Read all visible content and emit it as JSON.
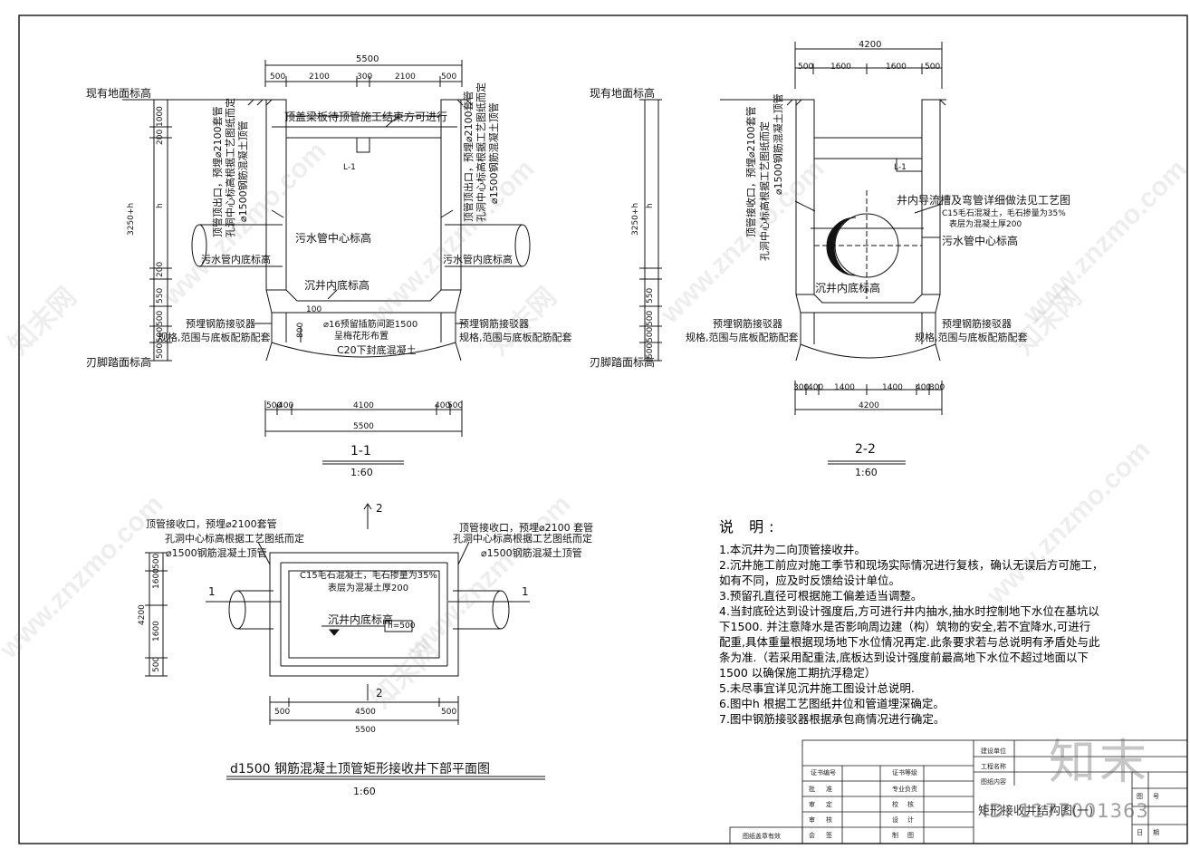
{
  "section1": {
    "dims_top": [
      "5500",
      "500",
      "2100",
      "300",
      "2100",
      "500"
    ],
    "label_ground": "现有地面标高",
    "label_blade": "刃脚踏面标高",
    "vert_dims": [
      "1000",
      "200",
      "h",
      "200",
      "550",
      "500",
      "500",
      "500"
    ],
    "vert_total": "3250+h",
    "note_roof": "顶盖梁板待顶管施工结束方可进行",
    "beam_tag": "L-1",
    "left_vertical_note": [
      "顶管顶出口，预埋⌀2100套管",
      "孔洞中心标高根据工艺图纸而定",
      "⌀1500钢筋混凝土顶管"
    ],
    "right_vertical_note": [
      "顶管顶出口，预埋⌀2100套管",
      "孔洞中心标高根据工艺图纸而定",
      "⌀1500钢筋混凝土顶管"
    ],
    "label_sewer_center": "污水管中心标高",
    "label_pipe_bottom_left": "污水管内底标高",
    "label_pipe_bottom_right": "污水管内底标高",
    "label_well_bottom": "沉井内底标高",
    "label_100": "100",
    "label_bar": "⌀16预留插筋间距1500",
    "label_bar2": "呈梅花形布置",
    "label_800": "800",
    "label_c20": "C20下封底混凝土",
    "coupler_left": [
      "预埋钢筋接驳器",
      "规格,范围与底板配筋配套"
    ],
    "coupler_right": [
      "预埋钢筋接驳器",
      "规格,范围与底板配筋配套"
    ],
    "dims_bottom": [
      "500",
      "400",
      "4100",
      "400",
      "500",
      "5500"
    ],
    "title": "1-1",
    "scale": "1:60"
  },
  "section2": {
    "dims_top": [
      "4200",
      "500",
      "1600",
      "1600",
      "500"
    ],
    "label_ground": "现有地面标高",
    "label_blade": "刃脚踏面标高",
    "vert_dims": [
      "h",
      "550",
      "500",
      "500",
      "500"
    ],
    "vert_total": "3250+h",
    "left_vertical_note": [
      "顶管接收口，预埋⌀2100套管",
      "孔洞中心标高根据工艺图纸而定",
      "⌀1500钢筋混凝土顶管"
    ],
    "beam_tag": "L-1",
    "label_flow": "井内导流槽及弯管详细做法见工艺图",
    "label_c15": "C15毛石混凝土，毛石掺量为35%",
    "label_c15b": "表层为混凝土厚200",
    "label_sewer_center": "污水管中心标高",
    "label_well_bottom": "沉井内底标高",
    "coupler_left": [
      "预埋钢筋接驳器",
      "规格,范围与底板配筋配套"
    ],
    "coupler_right": [
      "预埋钢筋接驳器",
      "规格,范围与底板配筋配套"
    ],
    "dims_bottom": [
      "300",
      "400",
      "1400",
      "1400",
      "400",
      "300",
      "4200"
    ],
    "title": "2-2",
    "scale": "1:60"
  },
  "plan": {
    "cut_top": "2",
    "cut_bottom": "2",
    "cut_left": "1",
    "cut_right": "1",
    "left_note": [
      "顶管接收口，预埋⌀2100套管",
      "孔洞中心标高根据工艺图纸而定",
      "⌀1500钢筋混凝土顶管"
    ],
    "right_note": [
      "顶管接收口，预埋⌀2100 套管",
      "孔洞中心标高根据工艺图纸而定",
      "⌀1500钢筋混凝土顶管"
    ],
    "c15": "C15毛石混凝土，毛石掺量为35%",
    "c15b": "表层为混凝土厚200",
    "well_bottom": "沉井内底标高",
    "h_tag": "h=500",
    "vert_dims": [
      "500",
      "1600",
      "1600",
      "500"
    ],
    "vert_total": "4200",
    "dims_bottom": [
      "500",
      "4500",
      "500",
      "5500"
    ],
    "title": "d1500 钢筋混凝土顶管矩形接收井下部平面图",
    "scale": "1:60"
  },
  "notes": {
    "title": "说 明:",
    "items": [
      "1.本沉井为二向顶管接收井。",
      "2.沉井施工前应对施工季节和现场实际情况进行复核，确认无误后方可施工，",
      "   如有不同，应及时反馈给设计单位。",
      "3.预留孔直径可根据施工偏差适当调整。",
      "4.当封底砼达到设计强度后,方可进行井内抽水,抽水时控制地下水位在基坑以",
      "   下1500.      并注意降水是否影响周边建（构）筑物的安全,若不宜降水,可进行",
      "   配重,具体重量根据现场地下水位情况再定.此条要求若与总说明有矛盾处与此",
      "   条为准.（若采用配重法,底板达到设计强度前最高地下水位不超过地面以下",
      "   1500    以确保施工期抗浮稳定）",
      "5.未尽事宜详见沉井施工图设计总说明.",
      "6.图中h   根据工艺图纸井位和管道埋深确定。",
      "7.图中钢筋接驳器根据承包商情况进行确定。"
    ]
  },
  "title_block": {
    "cert_no": "证书编号",
    "cert_grade": "证书等级",
    "unit": "建设单位",
    "project": "工程名称",
    "content": "图纸内容",
    "drawing_name": "矩形接收井结构图(一)",
    "rows": [
      [
        "批",
        "准",
        "专业负责"
      ],
      [
        "审",
        "定",
        "校",
        "核"
      ],
      [
        "审",
        "核",
        "设",
        "计"
      ],
      [
        "会",
        "签",
        "制",
        "图"
      ]
    ],
    "stamp": "图纸盖章有效",
    "fig_no": "图",
    "no": "号",
    "date": "日",
    "period": "期"
  },
  "watermark": {
    "text": "www.znzmo.com",
    "brand": "知末网",
    "logo": "知末",
    "id": "ID: 1177001363"
  }
}
